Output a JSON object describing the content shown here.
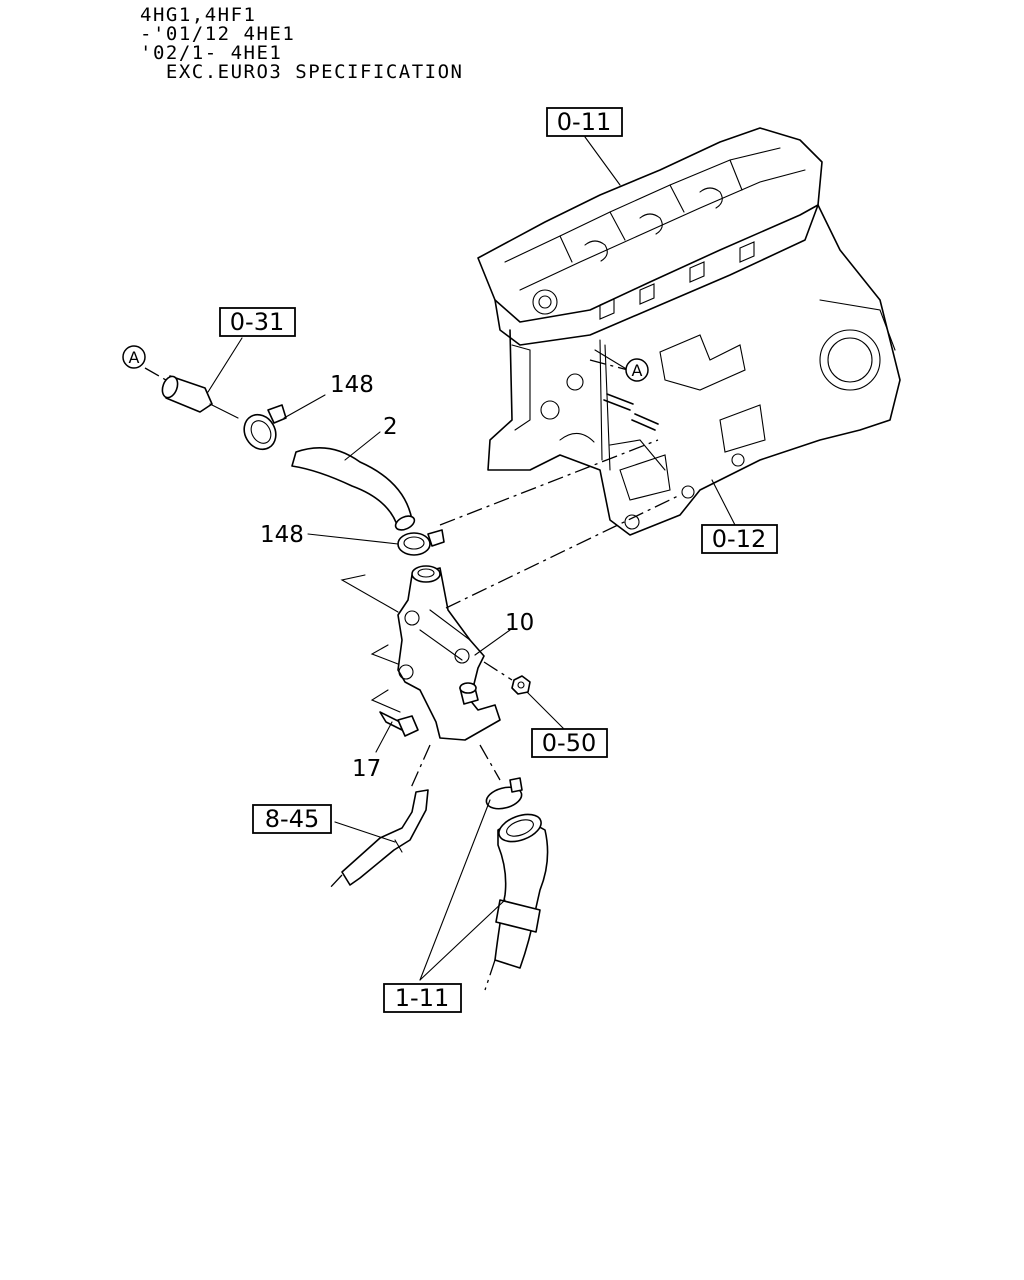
{
  "header": {
    "line1": "4HG1,4HF1",
    "line2": "-'01/12 4HE1",
    "line3": "'02/1- 4HE1",
    "line4": "  EXC.EURO3 SPECIFICATION"
  },
  "refs": {
    "r0_11": "0-11",
    "r0_31": "0-31",
    "r0_12": "0-12",
    "r0_50": "0-50",
    "r8_45": "8-45",
    "r1_11": "1-11"
  },
  "parts": {
    "p148_top": "148",
    "p2": "2",
    "p148_mid": "148",
    "p10": "10",
    "p17": "17"
  },
  "markers": {
    "a_left": "A",
    "a_right": "A"
  }
}
